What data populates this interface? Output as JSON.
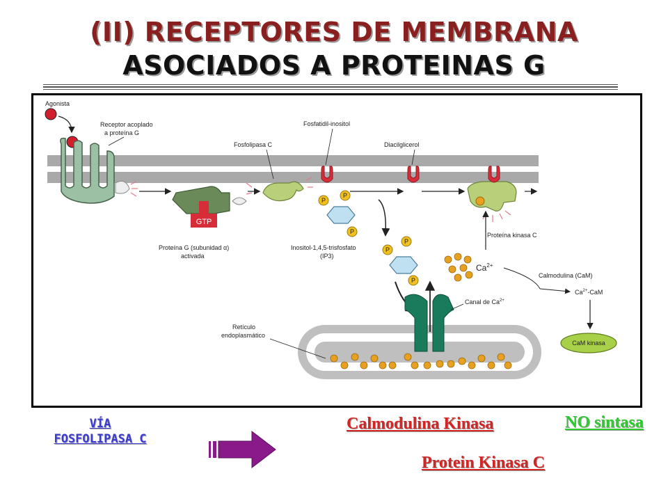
{
  "slide": {
    "title_line1": "(II) RECEPTORES DE MEMBRANA",
    "title_line2": "ASOCIADOS A PROTEINAS G"
  },
  "diagram": {
    "labels": {
      "agonista": "Agonista",
      "receptor_1": "Receptor acoplado",
      "receptor_2": "a proteína G",
      "fosfolipasa": "Fosfolipasa C",
      "fosfatidil": "Fosfatidil-inositol",
      "diacil": "Diacilglicerol",
      "gtp": "GTP",
      "proteina_g_1": "Proteína G (subunidad α)",
      "proteina_g_2": "activada",
      "ip3_1": "Inositol-1,4,5-trisfosfato",
      "ip3_2": "(IP3)",
      "pkc": "Proteína kinasa C",
      "ca": "Ca",
      "ca_sup": "2+",
      "calmodulina": "Calmodulina (CaM)",
      "ca_cam_1": "Ca",
      "ca_cam_sup": "2+",
      "ca_cam_2": "-CaM",
      "canal_1": "Canal de Ca",
      "canal_sup": "2+",
      "reticulo_1": "Retículo",
      "reticulo_2": "endoplasmático",
      "cam_kinasa": "CaM kinasa",
      "p": "P"
    }
  },
  "footer": {
    "via_line1": "VÍA",
    "via_line2": "FOSFOLIPASA C",
    "calmodulina_kinasa": "Calmodulina Kinasa",
    "no_sintasa": "NO sintasa",
    "protein_kinasa_c": "Protein Kinasa C"
  },
  "colors": {
    "title_line1": "#8a1f1f",
    "via": "#3b3bd1",
    "calmodulina_kinasa": "#d42424",
    "no_sintasa": "#2ecc2e",
    "protein_kinasa_c": "#d42424",
    "arrow": "#8a1a8a"
  }
}
